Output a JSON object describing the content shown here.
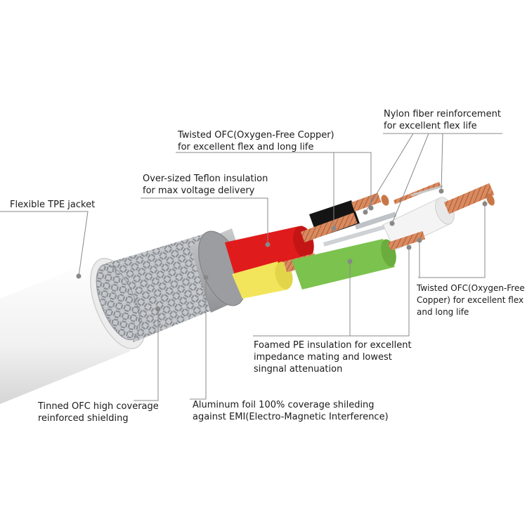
{
  "labels": {
    "jacket": {
      "line1": "Flexible TPE jacket"
    },
    "shielding": {
      "line1": "Tinned OFC high coverage",
      "line2": "reinforced shielding"
    },
    "foil": {
      "line1": "Aluminum foil 100% coverage shileding",
      "line2": "against EMI(Electro-Magnetic Interference)"
    },
    "teflon": {
      "line1": "Over-sized Teflon insulation",
      "line2": "for max voltage delivery"
    },
    "ofc_top": {
      "line1": "Twisted OFC(Oxygen-Free Copper)",
      "line2": "for excellent flex and long life"
    },
    "nylon": {
      "line1": "Nylon fiber reinforcement",
      "line2": "for excellent flex life"
    },
    "ofc_right": {
      "line1": "Twisted OFC(Oxygen-Free",
      "line2": "Copper) for excellent flex",
      "line3": "and long life"
    },
    "foamed_pe": {
      "line1": "Foamed PE insulation for excellent",
      "line2": "impedance mating and lowest",
      "line3": "singnal attenuation"
    }
  },
  "colors": {
    "jacket": "#f2f2f2",
    "braid": "#b9bcc0",
    "foil": "#a9abae",
    "red_wire": "#e01b1b",
    "yellow_wire": "#f2e55c",
    "green_wire": "#7cc24e",
    "black_wire": "#141414",
    "white_wire": "#f4f4f4",
    "copper": "#d98a5f",
    "leader_line": "#888888"
  }
}
